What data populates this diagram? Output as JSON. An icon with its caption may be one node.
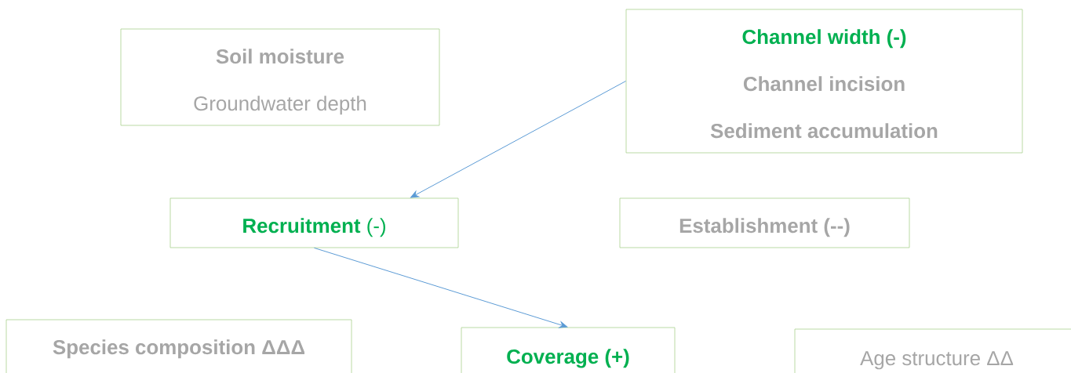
{
  "diagram": {
    "nodes": [
      {
        "text": [
          "Soil moisture",
          "Groundwater depth"
        ]
      },
      {
        "text": [
          "Channel width (-)",
          "Channel incision",
          "Sediment accumulation"
        ]
      },
      {
        "text": [
          "**Recruitment** (-)"
        ]
      },
      {
        "text": [
          "Establishment (--)"
        ]
      },
      {
        "text": [
          "Species composition ΔΔΔ"
        ]
      },
      {
        "text": [
          "Coverage (+)"
        ]
      },
      {
        "text": [
          "Age structure  ΔΔ"
        ]
      }
    ],
    "edges": [
      {
        "from": 1,
        "to": 2,
        "arrow": "to"
      },
      {
        "from": 2,
        "to": 5,
        "arrow": "to"
      }
    ]
  }
}
